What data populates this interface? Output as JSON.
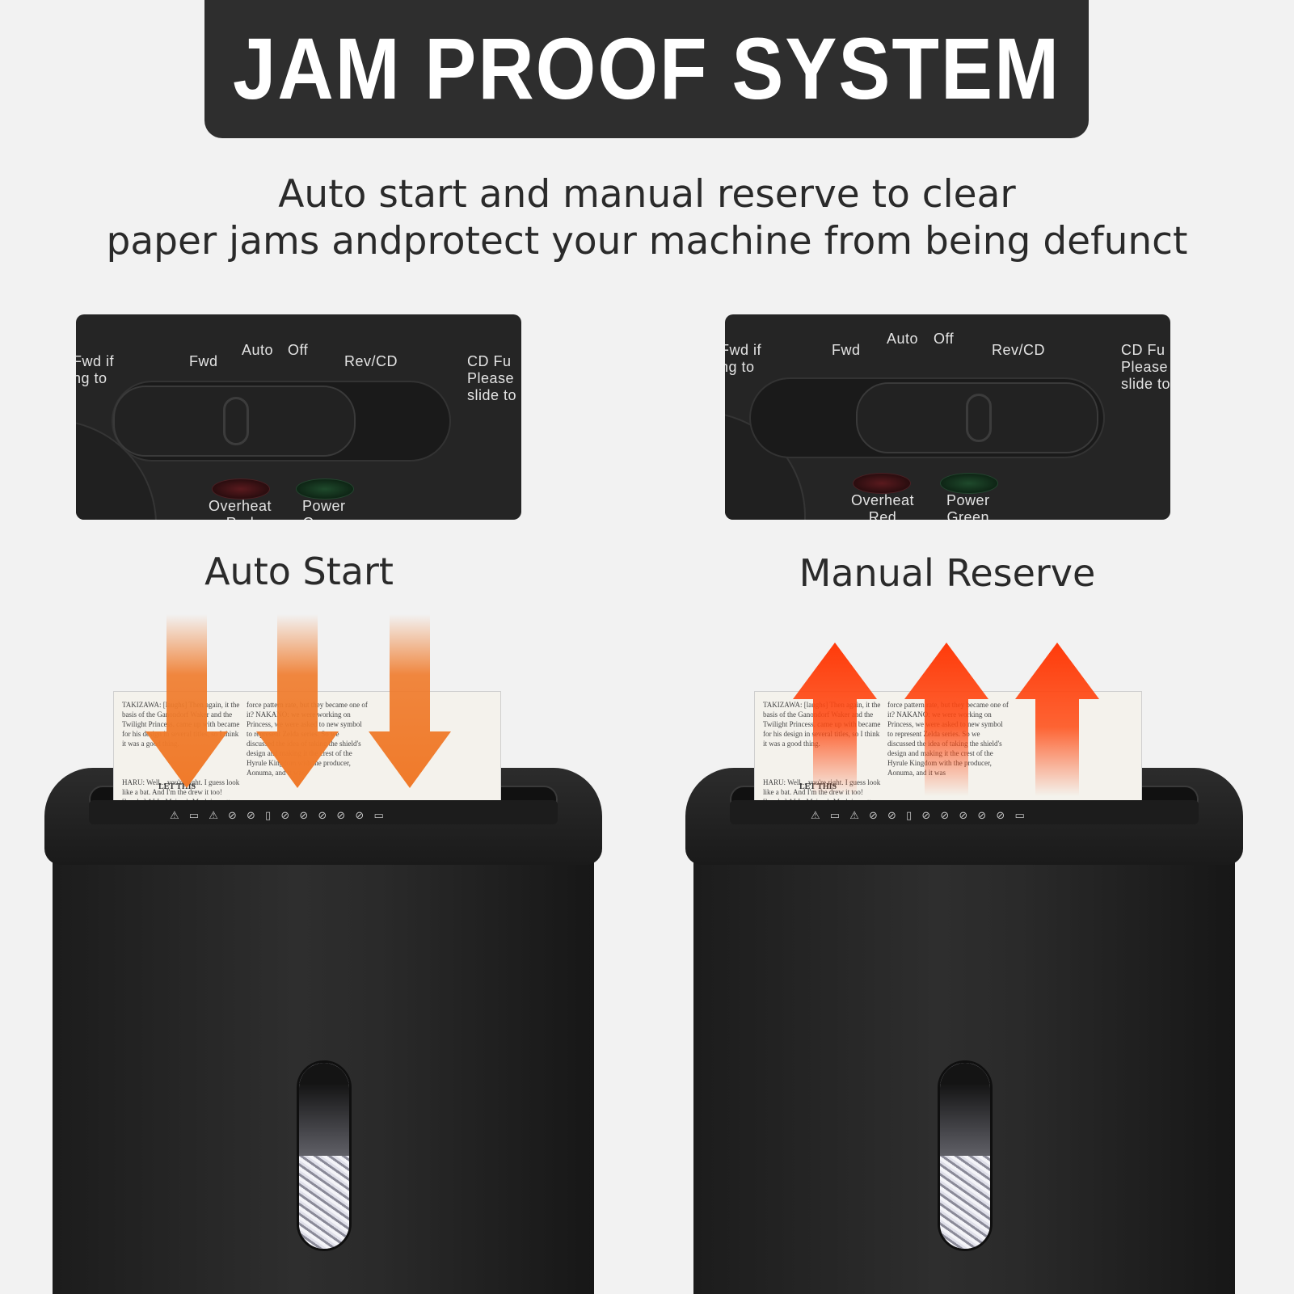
{
  "header": {
    "title": "JAM PROOF SYSTEM"
  },
  "subtitle": {
    "line1": "Auto start and manual reserve to clear",
    "line2": "paper jams andprotect your machine from being defunct"
  },
  "panel": {
    "fwd": "Fwd",
    "auto": "Auto",
    "off": "Off",
    "rev": "Rev/CD",
    "left_cut": "Fwd if\nng to",
    "right_cut": "CD Fu\nPlease\nslide to",
    "overheat": "Overheat\nRed",
    "power": "Power\nGreen"
  },
  "modes": {
    "left": "Auto Start",
    "right": "Manual Reserve"
  },
  "paper": {
    "col1": "TAKIZAWA: [laughs] Then again, it the basis of the Ganondorf Waker and the Twilight Princess. came up with became for his design in several titles, so I think it was a good thing.",
    "col2": "force pattern rate, but they became one of it? NAKANO: we were working on Princess, we were asked to new symbol to represent Zelda series. So we discussed the idea of taking the shield's design and making it the crest of the Hyrule Kingdom with the producer, Aonuma, and it was",
    "col3": "HARU: Well... you're right. I guess look like a bat. And I'm the drew it too! [laughs] ALL: Majora's Mask is pretty dark overall compared to Ocarina of Time. Child Link's expressions changed from one to the other as well, didn't they?",
    "footer": "LET THIS"
  },
  "colors": {
    "arrow_down": "#f07a2a",
    "arrow_up": "#ff4a12",
    "dark": "#2e2e2e"
  }
}
